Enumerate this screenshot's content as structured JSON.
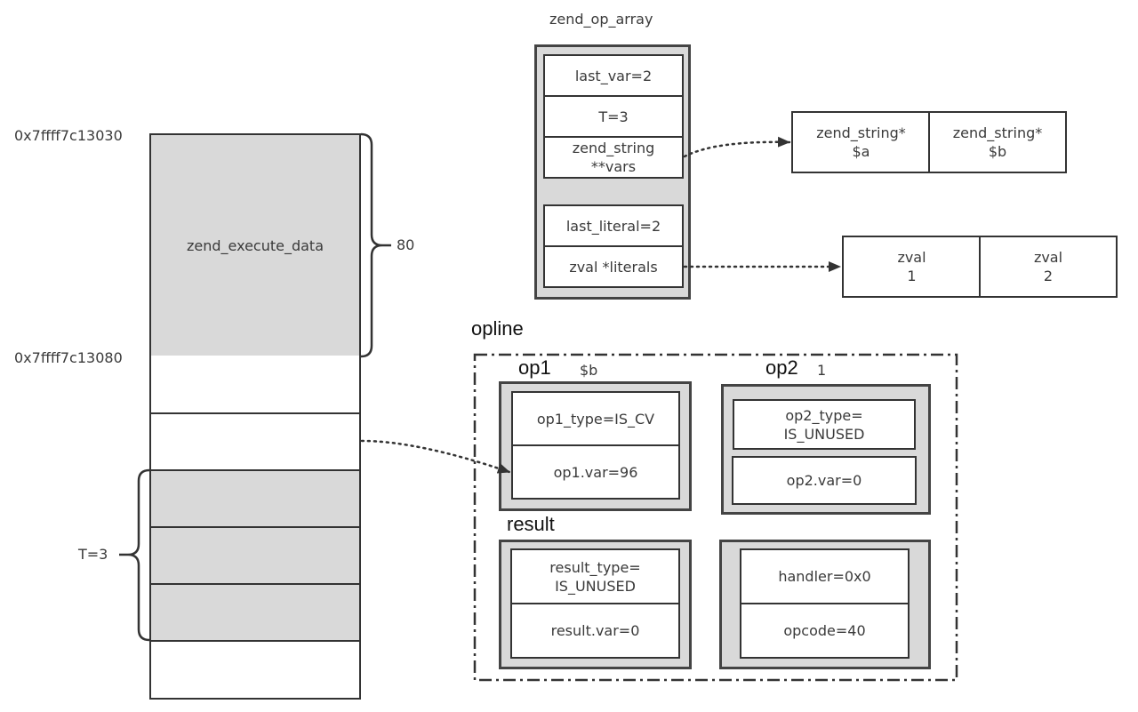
{
  "stack": {
    "addr_top": "0x7ffff7c13030",
    "addr_bottom": "0x7ffff7c13080",
    "execute_data_label": "zend_execute_data",
    "size_label": "80",
    "temp_label": "T=3"
  },
  "op_array": {
    "title": "zend_op_array",
    "fields": [
      "last_var=2",
      "T=3",
      "zend_string\n**vars"
    ],
    "literal_fields": [
      "last_literal=2",
      "zval *literals"
    ]
  },
  "vars_array": [
    {
      "label": "zend_string*\n$a"
    },
    {
      "label": "zend_string*\n$b"
    }
  ],
  "literals_array": [
    {
      "label": "zval\n1"
    },
    {
      "label": "zval\n2"
    }
  ],
  "opline": {
    "title": "opline",
    "op1": {
      "title": "op1",
      "note": "$b",
      "type": "op1_type=IS_CV",
      "var": "op1.var=96"
    },
    "op2": {
      "title": "op2",
      "note": "1",
      "type": "op2_type=\nIS_UNUSED",
      "var": "op2.var=0"
    },
    "result": {
      "title": "result",
      "type": "result_type=\nIS_UNUSED",
      "var": "result.var=0"
    },
    "handler": {
      "handler": "handler=0x0",
      "opcode": "opcode=40"
    }
  }
}
